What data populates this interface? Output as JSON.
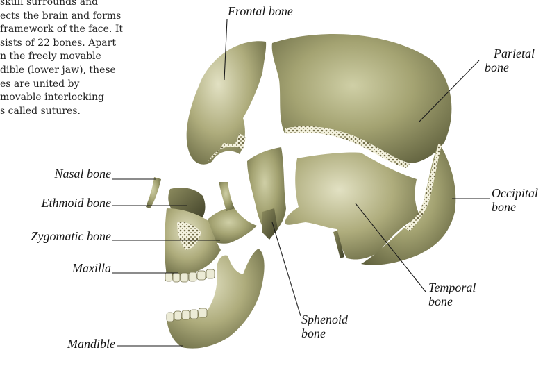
{
  "intro_text": [
    "skull surrounds and",
    "ects the brain and forms",
    "framework of the face. It",
    "sists of 22 bones. Apart",
    "n the freely movable",
    "dible (lower jaw), these",
    "es are united by",
    "movable interlocking",
    "s called sutures."
  ],
  "labels": {
    "frontal": "Frontal bone",
    "parietal": [
      "Parietal",
      "bone"
    ],
    "nasal": "Nasal bone",
    "ethmoid": "Ethmoid bone",
    "zygomatic": "Zygomatic bone",
    "maxilla": "Maxilla",
    "mandible": "Mandible",
    "occipital": [
      "Occipital",
      "bone"
    ],
    "temporal": [
      "Temporal",
      "bone"
    ],
    "sphenoid": [
      "Sphenoid",
      "bone"
    ]
  },
  "colors": {
    "bone_light": "#d9d8b8",
    "bone_mid": "#9c9b6b",
    "bone_dark": "#545535",
    "leader": "#1a1a1a"
  }
}
